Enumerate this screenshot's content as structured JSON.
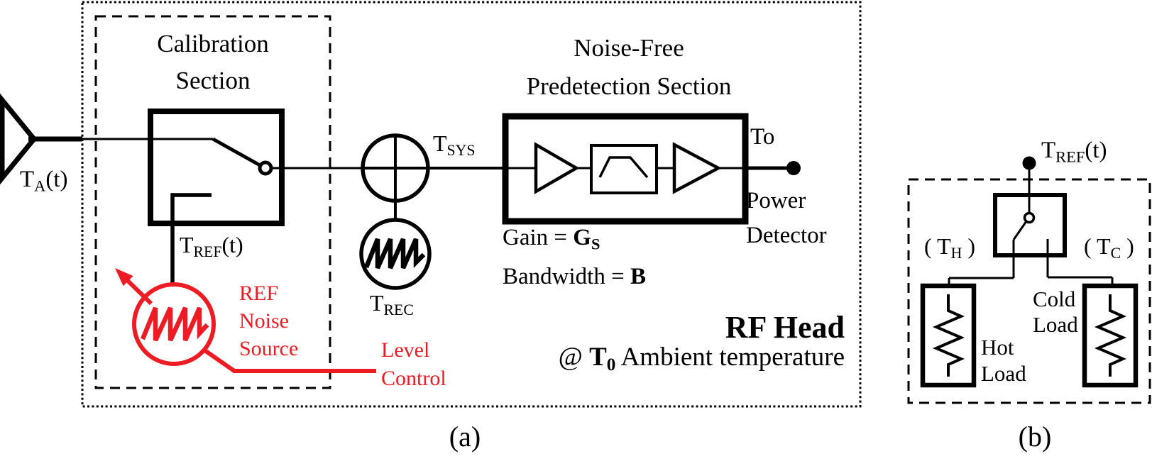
{
  "colors": {
    "accent_red": "#ED1C24",
    "ink": "#000000",
    "background": "#FFFFFF"
  },
  "figure_a": {
    "caption": "(a)",
    "antenna_label": {
      "base": "T",
      "sub": "A",
      "suffix": "(t)"
    },
    "calibration": {
      "title_line1": "Calibration",
      "title_line2": "Section"
    },
    "tref_label": {
      "base": "T",
      "sub": "REF",
      "suffix": "(t)"
    },
    "ref_noise_source_label": {
      "line1": "REF",
      "line2": "Noise",
      "line3": "Source"
    },
    "level_control_label": {
      "line1": "Level",
      "line2": "Control"
    },
    "tsys_label": {
      "base": "T",
      "sub": "SYS"
    },
    "trec_label": {
      "base": "T",
      "sub": "REC"
    },
    "predetection": {
      "title_line1": "Noise-Free",
      "title_line2": "Predetection Section",
      "gain": {
        "prefix": "Gain = ",
        "symbol": "G",
        "sub": "S"
      },
      "bandwidth": {
        "prefix": "Bandwidth = ",
        "symbol": "B"
      }
    },
    "output": {
      "line1": "To",
      "line2": "Power",
      "line3": "Detector"
    },
    "rf_head": {
      "title": "RF Head",
      "at": "@ ",
      "temp_symbol": "T",
      "temp_sub": "0",
      "ambient": " Ambient temperature"
    }
  },
  "figure_b": {
    "caption": "(b)",
    "tref_label": {
      "base": "T",
      "sub": "REF",
      "suffix": "(t)"
    },
    "hot_temp": {
      "prefix": "( T",
      "sub": "H",
      "suffix": " )"
    },
    "cold_temp": {
      "prefix": "( T",
      "sub": "C",
      "suffix": " )"
    },
    "hot_load": {
      "line1": "Hot",
      "line2": "Load"
    },
    "cold_load": {
      "line1": "Cold",
      "line2": "Load"
    }
  }
}
